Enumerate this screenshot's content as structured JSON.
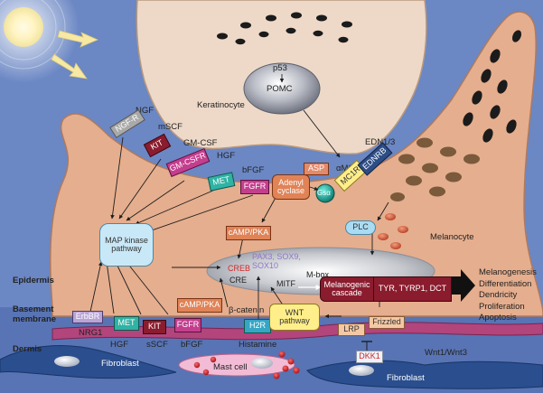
{
  "labels": {
    "p53": "p53",
    "pomc": "POMC",
    "keratinocyte": "Keratinocyte",
    "melanocyte": "Melanocyte",
    "ngf": "NGF",
    "mscf": "mSCF",
    "gmcsf": "GM-CSF",
    "hgf_top": "HGF",
    "bfgf_top": "bFGF",
    "amsh": "αMSH",
    "edn": "EDN1/3",
    "gsa": "Gsα",
    "camp1": "cAMP/PKA",
    "camp2": "cAMP/PKA",
    "pax": "PAX3, SOX9,",
    "sox10": "SOX10",
    "mbox": "M-box",
    "creb": "CREB",
    "cre": "CRE",
    "mitf": "MITF",
    "bcatenin": "β-catenin",
    "epidermis": "Epidermis",
    "basement1": "Basement",
    "basement2": "membrane",
    "dermis": "Dermis",
    "nrg1": "NRG1",
    "hgf_bot": "HGF",
    "sscf": "sSCF",
    "bfgf_bot": "bFGF",
    "histamine": "Histamine",
    "wnt13": "Wnt1/Wnt3",
    "fibroblast1": "Fibroblast",
    "fibroblast2": "Fibroblast",
    "mastcell": "Mast cell"
  },
  "boxes": {
    "ngfr": "NGF-R",
    "kit_top": "KIT",
    "gmcsfr": "GM-CSFR",
    "met_top": "MET",
    "fgfr_top": "FGFR",
    "asp": "ASP",
    "adenyl": "Adenyl cyclase",
    "mc1r": "MC1R",
    "ednrb": "EDNRB",
    "plc": "PLC",
    "mapk": "MAP kinase pathway",
    "erbbr": "ErbBR",
    "met_bot": "MET",
    "kit_bot": "KIT",
    "fgfr_bot": "FGFR",
    "h2r": "H2R",
    "wnt": "WNT pathway",
    "lrp": "LRP",
    "frizzled": "Frizzled",
    "dkk1": "DKK1",
    "melano_cascade": "Melanogenic cascade",
    "tyr": "TYR, TYRP1, DCT"
  },
  "outcomes": [
    "Melanogenesis",
    "Differentiation",
    "Dendricity",
    "Proliferation",
    "Apoptosis"
  ],
  "colors": {
    "background": "#6b87c4",
    "cell_skin": "#e5ae8e",
    "cell_outline": "#b07a5c",
    "keratinocyte_fill": "#eed9c8",
    "melanosome_dark": "#1b1b1b",
    "melanosome_brown": "#7a5a3a",
    "creb_red": "#cc2a2a",
    "pax_lavender": "#8f78c8",
    "membrane": "#b2457c",
    "dermis_blue": "#2a4e8e"
  }
}
